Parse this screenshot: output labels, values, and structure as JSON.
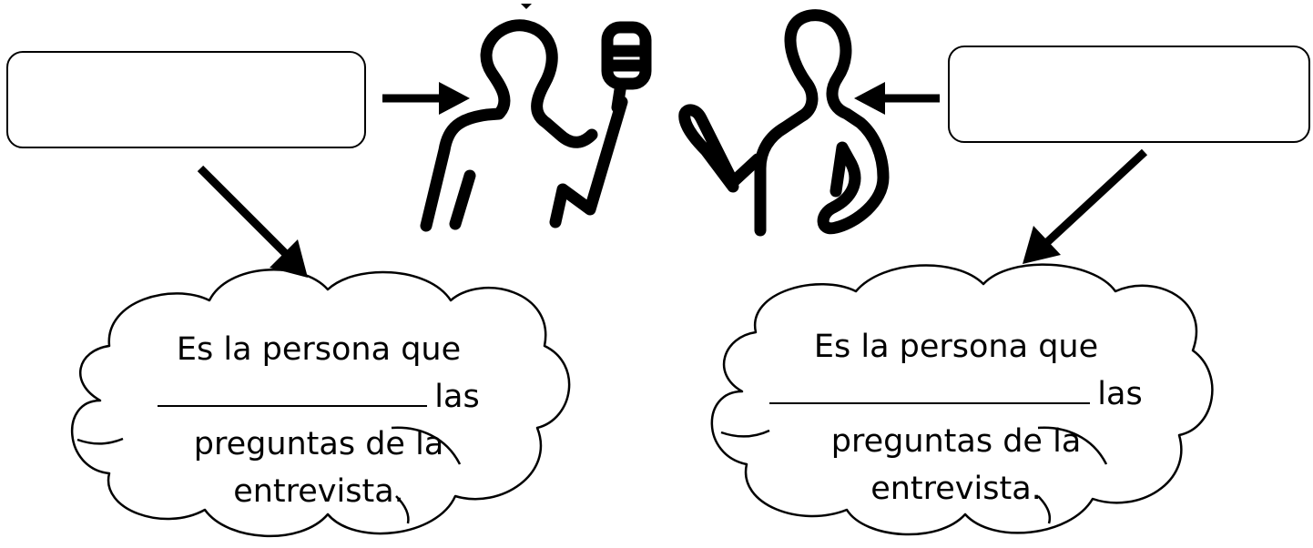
{
  "colors": {
    "ink": "#000000",
    "background": "#ffffff"
  },
  "icons": {
    "interviewer": "interviewer-with-microphone-icon",
    "interviewee": "interviewee-gesturing-icon"
  },
  "left_cloud": {
    "line1": "Es la persona que",
    "blank_suffix": "las",
    "line3": "preguntas de la",
    "line4": "entrevista."
  },
  "right_cloud": {
    "line1": "Es la persona que",
    "blank_suffix": "las",
    "line3": "preguntas de la",
    "line4": "entrevista."
  }
}
